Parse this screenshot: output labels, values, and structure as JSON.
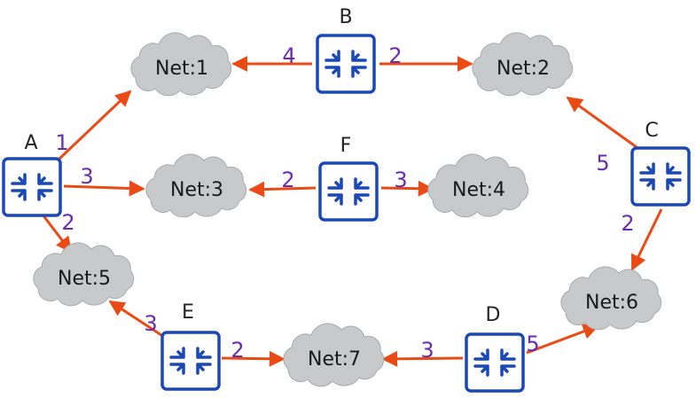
{
  "colors": {
    "edge": "#ea4a14",
    "router": "#1a48b6",
    "cost": "#6a2bb0",
    "cloud": "#c7c9cb"
  },
  "icons": {
    "router": "router-icon",
    "network": "cloud-icon"
  },
  "networks": [
    {
      "id": "net1",
      "label": "Net:1"
    },
    {
      "id": "net2",
      "label": "Net:2"
    },
    {
      "id": "net3",
      "label": "Net:3"
    },
    {
      "id": "net4",
      "label": "Net:4"
    },
    {
      "id": "net5",
      "label": "Net:5"
    },
    {
      "id": "net6",
      "label": "Net:6"
    },
    {
      "id": "net7",
      "label": "Net:7"
    }
  ],
  "routers": [
    {
      "id": "A",
      "label": "A"
    },
    {
      "id": "B",
      "label": "B"
    },
    {
      "id": "C",
      "label": "C"
    },
    {
      "id": "D",
      "label": "D"
    },
    {
      "id": "E",
      "label": "E"
    },
    {
      "id": "F",
      "label": "F"
    }
  ],
  "links": [
    {
      "from": "A",
      "to": "net1",
      "cost": "1"
    },
    {
      "from": "A",
      "to": "net3",
      "cost": "3"
    },
    {
      "from": "A",
      "to": "net5",
      "cost": "2"
    },
    {
      "from": "B",
      "to": "net1",
      "cost": "4"
    },
    {
      "from": "B",
      "to": "net2",
      "cost": "2"
    },
    {
      "from": "C",
      "to": "net2",
      "cost": "5"
    },
    {
      "from": "C",
      "to": "net6",
      "cost": "2"
    },
    {
      "from": "F",
      "to": "net3",
      "cost": "2"
    },
    {
      "from": "F",
      "to": "net4",
      "cost": "3"
    },
    {
      "from": "E",
      "to": "net5",
      "cost": "3"
    },
    {
      "from": "E",
      "to": "net7",
      "cost": "2"
    },
    {
      "from": "D",
      "to": "net7",
      "cost": "3"
    },
    {
      "from": "D",
      "to": "net6",
      "cost": "5"
    }
  ]
}
